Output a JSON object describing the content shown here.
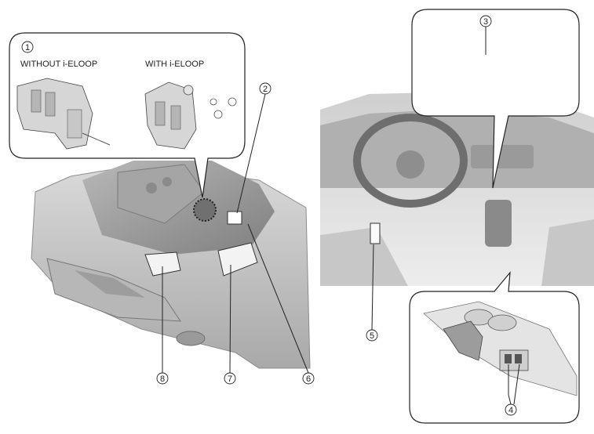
{
  "inset_engine": {
    "number": "1",
    "label_without": "WITHOUT i-ELOOP",
    "label_with": "WITH i-ELOOP"
  },
  "callouts": {
    "c2": "2",
    "c3": "3",
    "c4": "4",
    "c5": "5",
    "c6": "6",
    "c7": "7",
    "c8": "8"
  }
}
